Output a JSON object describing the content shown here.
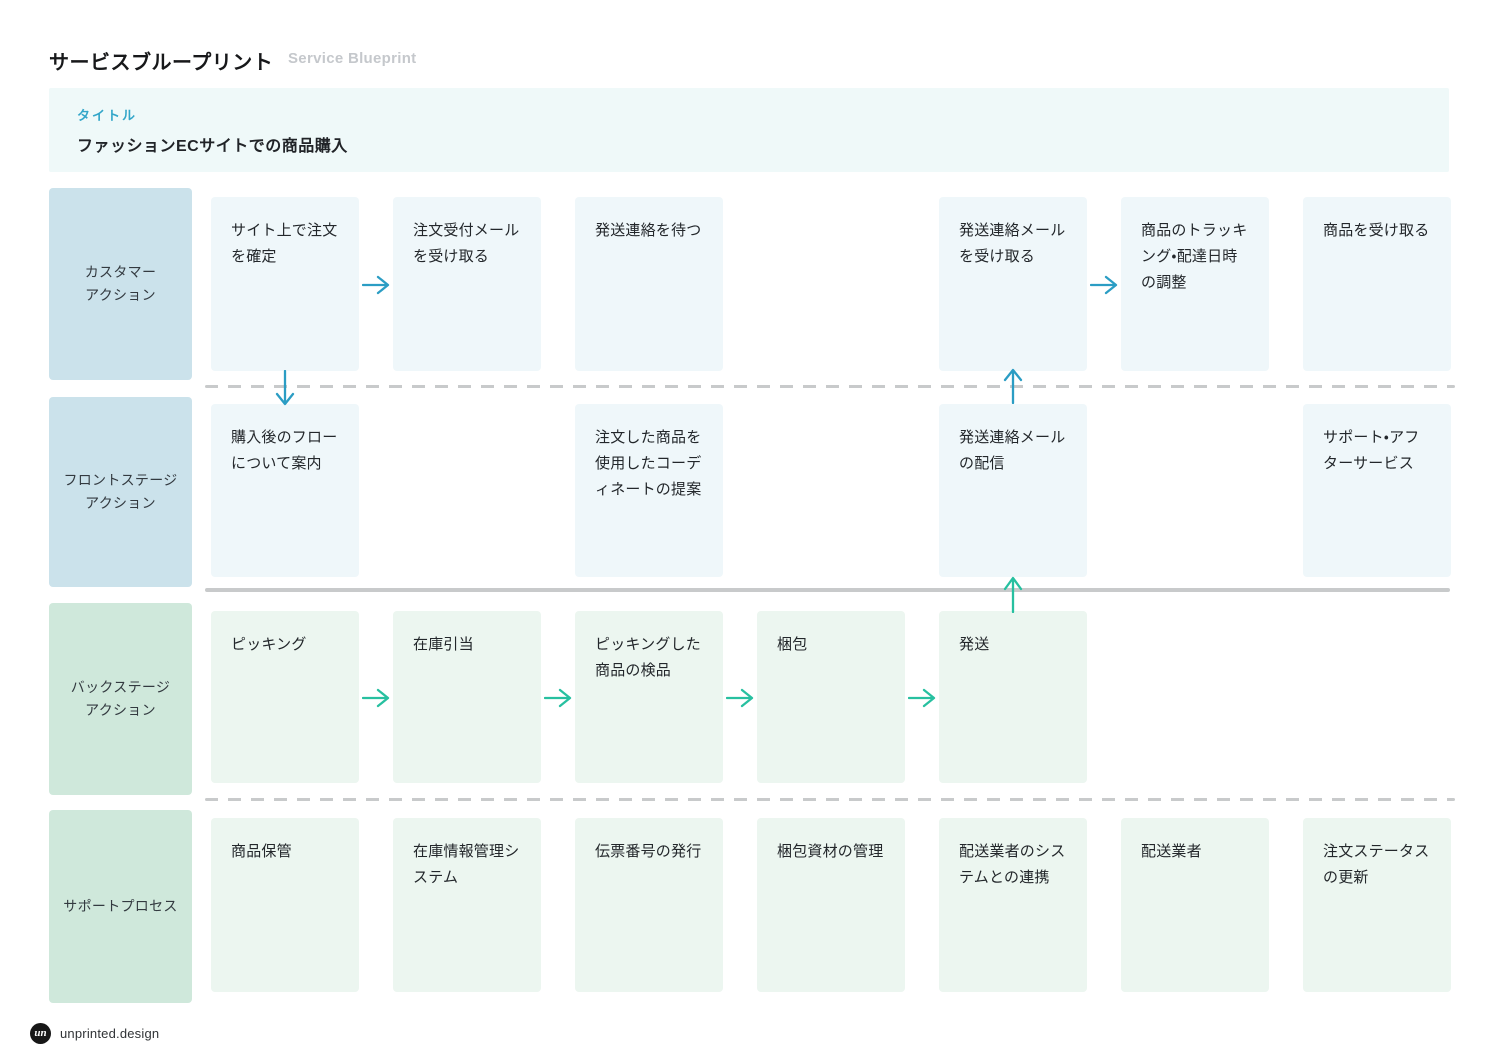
{
  "page": {
    "title": "サービスブループリント",
    "subtitle": "Service Blueprint"
  },
  "title_card": {
    "label": "タイトル",
    "value": "ファッションECサイトでの商品購入"
  },
  "lanes": [
    {
      "id": "customer-action",
      "label": "カスタマー\nアクション",
      "cards": [
        "サイト上で注文を確定",
        "注文受付メールを受け取る",
        "発送連絡を待つ",
        "発送連絡メールを受け取る",
        "商品のトラッキング・配達日時の調整",
        "商品を受け取る"
      ]
    },
    {
      "id": "frontstage-action",
      "label": "フロントステージ\nアクション",
      "cards": [
        "購入後のフローについて案内",
        "注文した商品を使用したコーディネートの提案",
        "発送連絡メールの配信",
        "サポート・アフターサービス"
      ]
    },
    {
      "id": "backstage-action",
      "label": "バックステージ\nアクション",
      "cards": [
        "ピッキング",
        "在庫引当",
        "ピッキングした商品の検品",
        "梱包",
        "発送"
      ]
    },
    {
      "id": "support-process",
      "label": "サポートプロセス",
      "cards": [
        "商品保管",
        "在庫情報管理システム",
        "伝票番号の発行",
        "梱包資材の管理",
        "配送業者のシステムとの連携",
        "配送業者",
        "注文ステータスの更新"
      ]
    }
  ],
  "icons": {
    "arrow_right": "→",
    "arrow_up": "↑",
    "arrow_down": "↓",
    "logo_monogram": "un"
  },
  "footer": {
    "brand": "unprinted.design"
  },
  "colors": {
    "accent_cyan": "#33a6c9",
    "arrow_blue": "#2b9dc4",
    "arrow_teal": "#27c0a0",
    "lane_blue": "#cbe2eb",
    "lane_green": "#cfe8db",
    "card_blue": "#eff7fa",
    "card_green": "#ecf6f0",
    "titlebox_bg": "#eff9f9",
    "divider_gray": "#c8cacb"
  }
}
